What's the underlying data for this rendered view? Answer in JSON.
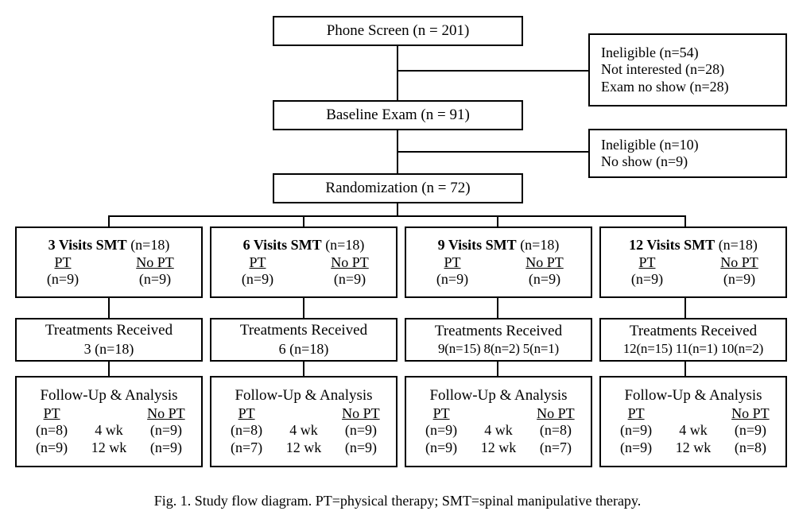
{
  "figure": {
    "caption": "Fig. 1.  Study flow diagram. PT=physical therapy; SMT=spinal manipulative therapy."
  },
  "flow": {
    "phone_screen": "Phone Screen (n = 201)",
    "baseline_exam": "Baseline Exam (n = 91)",
    "randomization": "Randomization (n = 72)"
  },
  "exclusions": {
    "after_phone_screen": [
      "Ineligible (n=54)",
      "Not interested (n=28)",
      "Exam no show (n=28)"
    ],
    "after_baseline_exam": [
      "Ineligible (n=10)",
      "No show (n=9)"
    ]
  },
  "arms": [
    {
      "title_bold": "3 Visits SMT",
      "title_n": "(n=18)",
      "pt_label": "PT",
      "nopt_label": "No PT",
      "pt_n": "(n=9)",
      "nopt_n": "(n=9)",
      "treatments_title": "Treatments Received",
      "treatments_value": "3 (n=18)",
      "followup_title": "Follow-Up & Analysis",
      "followup_pt_label": "PT",
      "followup_nopt_label": "No PT",
      "followup_rows": [
        {
          "pt": "(n=8)",
          "time": "4 wk",
          "nopt": "(n=9)"
        },
        {
          "pt": "(n=9)",
          "time": "12 wk",
          "nopt": "(n=9)"
        }
      ]
    },
    {
      "title_bold": "6 Visits SMT",
      "title_n": "(n=18)",
      "pt_label": "PT",
      "nopt_label": "No PT",
      "pt_n": "(n=9)",
      "nopt_n": "(n=9)",
      "treatments_title": "Treatments Received",
      "treatments_value": "6 (n=18)",
      "followup_title": "Follow-Up & Analysis",
      "followup_pt_label": "PT",
      "followup_nopt_label": "No PT",
      "followup_rows": [
        {
          "pt": "(n=8)",
          "time": "4 wk",
          "nopt": "(n=9)"
        },
        {
          "pt": "(n=7)",
          "time": "12 wk",
          "nopt": "(n=9)"
        }
      ]
    },
    {
      "title_bold": "9 Visits SMT",
      "title_n": "(n=18)",
      "pt_label": "PT",
      "nopt_label": "No PT",
      "pt_n": "(n=9)",
      "nopt_n": "(n=9)",
      "treatments_title": "Treatments Received",
      "treatments_value": "9(n=15)  8(n=2)  5(n=1)",
      "followup_title": "Follow-Up & Analysis",
      "followup_pt_label": "PT",
      "followup_nopt_label": "No PT",
      "followup_rows": [
        {
          "pt": "(n=9)",
          "time": "4 wk",
          "nopt": "(n=8)"
        },
        {
          "pt": "(n=9)",
          "time": "12 wk",
          "nopt": "(n=7)"
        }
      ]
    },
    {
      "title_bold": "12 Visits SMT",
      "title_n": "(n=18)",
      "pt_label": "PT",
      "nopt_label": "No PT",
      "pt_n": "(n=9)",
      "nopt_n": "(n=9)",
      "treatments_title": "Treatments Received",
      "treatments_value": "12(n=15) 11(n=1) 10(n=2)",
      "followup_title": "Follow-Up & Analysis",
      "followup_pt_label": "PT",
      "followup_nopt_label": "No PT",
      "followup_rows": [
        {
          "pt": "(n=9)",
          "time": "4 wk",
          "nopt": "(n=9)"
        },
        {
          "pt": "(n=9)",
          "time": "12 wk",
          "nopt": "(n=8)"
        }
      ]
    }
  ]
}
